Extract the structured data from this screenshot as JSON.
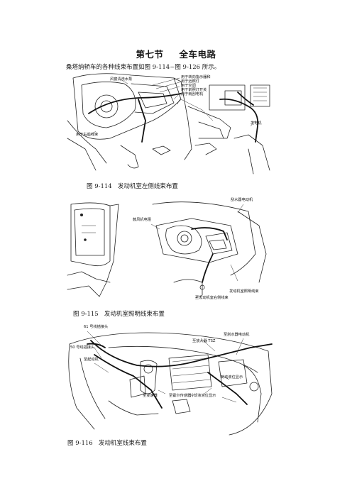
{
  "section": {
    "number": "第七节",
    "title": "全车电路"
  },
  "intro": "桑塔纳轿车的各种线束布置如图 9-114~图 9-126 所示。",
  "figures": [
    {
      "caption_num": "图 9-114",
      "caption_text": "发动机室左侧线束布置",
      "labels": [
        "风窗清洗水泵",
        "用于转向指示器和",
        "用于远照灯",
        "用于空调",
        "用于前照灯开关",
        "用于雨刮电机",
        "用于右前线束",
        "发电机"
      ]
    },
    {
      "caption_num": "图 9-115",
      "caption_text": "发动机室照明线束布置",
      "labels": [
        "刮水器电动机",
        "鼓风机电阻",
        "发动机室照明线束",
        "至发动机室右侧线束"
      ]
    },
    {
      "caption_num": "图 9-116",
      "caption_text": "发动机室线束布置",
      "labels": [
        "61 号线插接头",
        "50 号线插接头",
        "至起动机",
        "至放大器 TSZ",
        "至刮水器电动机",
        "制动液位显示",
        "至变速器",
        "至霍尔传感器",
        "冷却液液位显示"
      ]
    }
  ]
}
